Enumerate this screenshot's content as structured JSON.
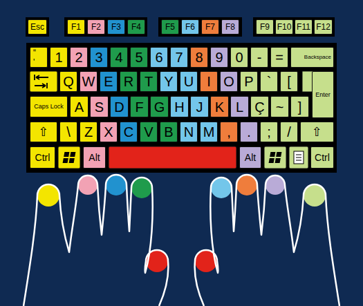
{
  "diagram": {
    "nodes": [
      {
        "text": [
          "Esc"
        ]
      },
      {
        "text": [
          "F1"
        ]
      },
      {
        "text": [
          "F2"
        ]
      },
      {
        "text": [
          "F3"
        ]
      },
      {
        "text": [
          "F4"
        ]
      },
      {
        "text": [
          "F5"
        ]
      },
      {
        "text": [
          "F6"
        ]
      },
      {
        "text": [
          "F7"
        ]
      },
      {
        "text": [
          "F8"
        ]
      },
      {
        "text": [
          "F9"
        ]
      },
      {
        "text": [
          "F10"
        ]
      },
      {
        "text": [
          "F11"
        ]
      },
      {
        "text": [
          "F12"
        ]
      },
      {
        "text": [
          "“",
          "'"
        ]
      },
      {
        "text": [
          "1"
        ]
      },
      {
        "text": [
          "2"
        ]
      },
      {
        "text": [
          "3"
        ]
      },
      {
        "text": [
          "4"
        ]
      },
      {
        "text": [
          "5"
        ]
      },
      {
        "text": [
          "6"
        ]
      },
      {
        "text": [
          "7"
        ]
      },
      {
        "text": [
          "8"
        ]
      },
      {
        "text": [
          "9"
        ]
      },
      {
        "text": [
          "0"
        ]
      },
      {
        "text": [
          "-"
        ]
      },
      {
        "text": [
          "="
        ]
      },
      {
        "text": [
          "Backspace"
        ]
      },
      {
        "text": [
          "Q"
        ]
      },
      {
        "text": [
          "W"
        ]
      },
      {
        "text": [
          "E"
        ]
      },
      {
        "text": [
          "R"
        ]
      },
      {
        "text": [
          "T"
        ]
      },
      {
        "text": [
          "Y"
        ]
      },
      {
        "text": [
          "U"
        ]
      },
      {
        "text": [
          "I"
        ]
      },
      {
        "text": [
          "O"
        ]
      },
      {
        "text": [
          "P"
        ]
      },
      {
        "text": [
          "`"
        ]
      },
      {
        "text": [
          "["
        ]
      },
      {
        "text": [
          "Enter"
        ]
      },
      {
        "text": [
          "Caps Lock"
        ]
      },
      {
        "text": [
          "A"
        ]
      },
      {
        "text": [
          "S"
        ]
      },
      {
        "text": [
          "D"
        ]
      },
      {
        "text": [
          "F"
        ]
      },
      {
        "text": [
          "G"
        ]
      },
      {
        "text": [
          "H"
        ]
      },
      {
        "text": [
          "J"
        ]
      },
      {
        "text": [
          "K"
        ]
      },
      {
        "text": [
          "L"
        ]
      },
      {
        "text": [
          "Ç"
        ]
      },
      {
        "text": [
          "~"
        ]
      },
      {
        "text": [
          "]"
        ]
      },
      {
        "text": [
          "⇧"
        ]
      },
      {
        "text": [
          "\\"
        ]
      },
      {
        "text": [
          "Z"
        ]
      },
      {
        "text": [
          "X"
        ]
      },
      {
        "text": [
          "C"
        ]
      },
      {
        "text": [
          "V"
        ]
      },
      {
        "text": [
          "B"
        ]
      },
      {
        "text": [
          "N"
        ]
      },
      {
        "text": [
          "M"
        ]
      },
      {
        "text": [
          ","
        ]
      },
      {
        "text": [
          "."
        ]
      },
      {
        "text": [
          ";"
        ]
      },
      {
        "text": [
          "/"
        ]
      },
      {
        "text": [
          "⇧"
        ]
      },
      {
        "text": [
          "Ctrl"
        ]
      },
      {
        "text": [
          "Alt"
        ]
      },
      {
        "text": [
          "Alt"
        ]
      },
      {
        "text": [
          "Ctrl"
        ]
      }
    ]
  }
}
